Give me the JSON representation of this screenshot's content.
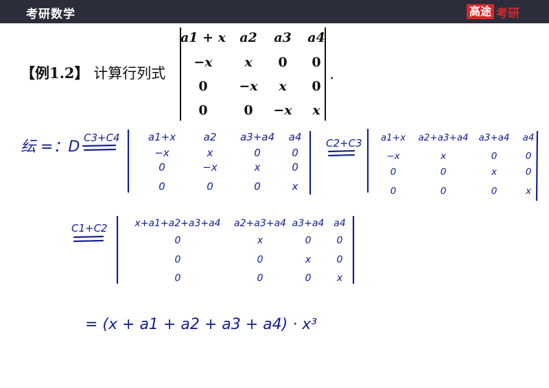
{
  "header": {
    "course_title": "考研数学",
    "brand_box": "高途",
    "brand_text": "考研",
    "colors": {
      "bar": "#2b2d3b",
      "brand": "#d6282b",
      "ink": "#14218f"
    }
  },
  "problem": {
    "label": "【例1.2】",
    "instruction": "计算行列式",
    "matrix": [
      [
        "a1 + x",
        "a2",
        "a3",
        "a4"
      ],
      [
        "−x",
        "x",
        "0",
        "0"
      ],
      [
        "0",
        "−x",
        "x",
        "0"
      ],
      [
        "0",
        "0",
        "−x",
        "x"
      ]
    ],
    "end_mark": "."
  },
  "solution": {
    "intro": "纭 =：D",
    "step1": {
      "op": "C3+C4",
      "matrix": [
        [
          "a1+x",
          "a2",
          "a3+a4",
          "a4"
        ],
        [
          "−x",
          "x",
          "0",
          "0"
        ],
        [
          "0",
          "−x",
          "x",
          "0"
        ],
        [
          "0",
          "0",
          "0",
          "x"
        ]
      ]
    },
    "step2": {
      "op": "C2+C3",
      "matrix": [
        [
          "a1+x",
          "a2+a3+a4",
          "a3+a4",
          "a4"
        ],
        [
          "−x",
          "x",
          "0",
          "0"
        ],
        [
          "0",
          "0",
          "x",
          "0"
        ],
        [
          "0",
          "0",
          "0",
          "x"
        ]
      ]
    },
    "step3": {
      "op": "C1+C2",
      "matrix": [
        [
          "x+a1+a2+a3+a4",
          "a2+a3+a4",
          "a3+a4",
          "a4"
        ],
        [
          "0",
          "x",
          "0",
          "0"
        ],
        [
          "0",
          "0",
          "x",
          "0"
        ],
        [
          "0",
          "0",
          "0",
          "x"
        ]
      ]
    },
    "result": "= (x + a1 + a2 + a3 + a4) · x³"
  }
}
